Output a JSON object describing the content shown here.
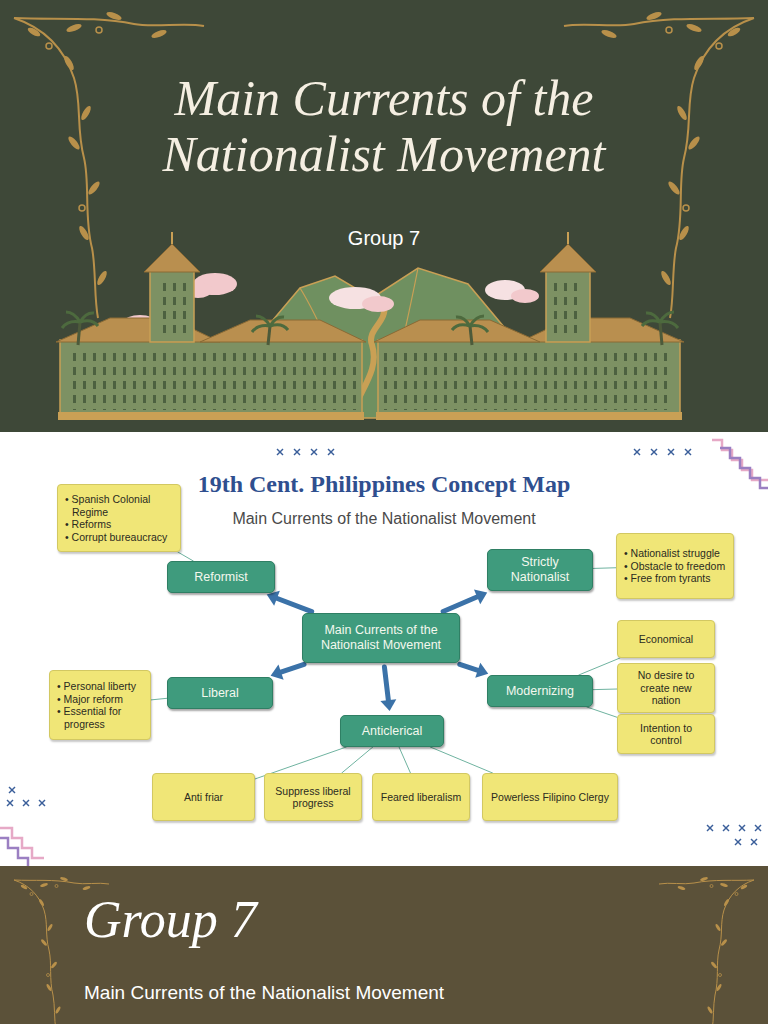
{
  "diagram": {
    "title": "19th Cent. Philippines Concept Map",
    "nodes": [
      {
        "text": [
          "• Spanish Colonial Regime",
          "• Reforms",
          "• Corrupt bureaucracy"
        ]
      },
      {
        "text": [
          "Strictly Nationalist"
        ]
      },
      {
        "text": [
          "• Nationalist struggle",
          "• Obstacle to freedom",
          "• Free from tyrants"
        ]
      },
      {
        "text": [
          "Reformist"
        ]
      },
      {
        "text": [
          "Main Currents of the Nationalist Movement"
        ]
      },
      {
        "text": [
          "Economical"
        ]
      },
      {
        "text": [
          "• Personal liberty",
          "• Major reform",
          "• Essential for progress"
        ]
      },
      {
        "text": [
          "No desire to create new nation"
        ]
      },
      {
        "text": [
          "Liberal"
        ]
      },
      {
        "text": [
          "Modernizing"
        ]
      },
      {
        "text": [
          "Anticlerical"
        ]
      },
      {
        "text": [
          "Intention to control"
        ]
      },
      {
        "text": [
          "Anti friar"
        ]
      },
      {
        "text": [
          "Suppress liberal progress"
        ]
      },
      {
        "text": [
          "Feared liberalism"
        ]
      },
      {
        "text": [
          "Powerless Filipino Clergy"
        ]
      }
    ],
    "edges": [
      {
        "from": 4,
        "to": 3,
        "arrow": "to"
      },
      {
        "from": 4,
        "to": 1,
        "arrow": "to"
      },
      {
        "from": 4,
        "to": 8,
        "arrow": "to"
      },
      {
        "from": 4,
        "to": 10,
        "arrow": "to"
      },
      {
        "from": 4,
        "to": 9,
        "arrow": "to"
      },
      {
        "from": 3,
        "to": 0,
        "arrow": "none"
      },
      {
        "from": 1,
        "to": 2,
        "arrow": "none"
      },
      {
        "from": 8,
        "to": 6,
        "arrow": "none"
      },
      {
        "from": 9,
        "to": 5,
        "arrow": "none"
      },
      {
        "from": 9,
        "to": 7,
        "arrow": "none"
      },
      {
        "from": 9,
        "to": 11,
        "arrow": "none"
      },
      {
        "from": 10,
        "to": 12,
        "arrow": "none"
      },
      {
        "from": 10,
        "to": 13,
        "arrow": "none"
      },
      {
        "from": 10,
        "to": 14,
        "arrow": "none"
      },
      {
        "from": 10,
        "to": 15,
        "arrow": "none"
      }
    ],
    "labels": [
      "Main Currents of the Nationalist Movement",
      "Group 7",
      "Main Currents of the Nationalist Movement",
      "Group 7",
      "Main Currents of the Nationalist Movement"
    ]
  }
}
